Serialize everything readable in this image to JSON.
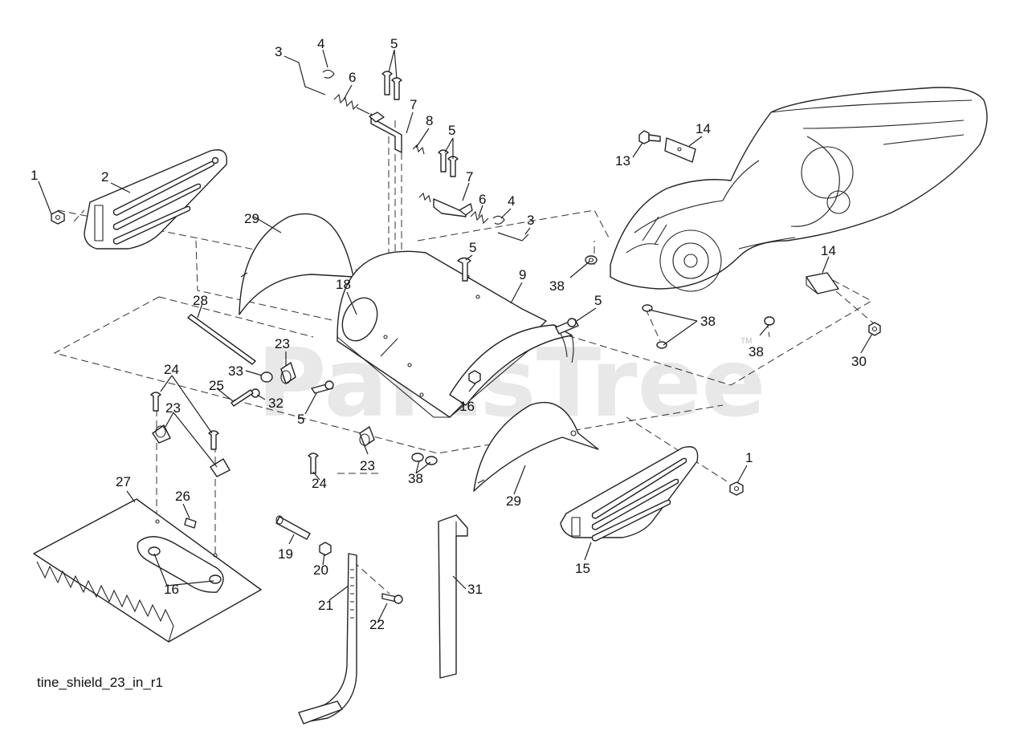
{
  "diagram": {
    "caption": "tine_shield_23_in_r1",
    "watermark": "PartsTree",
    "trademark": "TM",
    "callouts": [
      {
        "id": "c1a",
        "text": "1"
      },
      {
        "id": "c2",
        "text": "2"
      },
      {
        "id": "c3a",
        "text": "3"
      },
      {
        "id": "c4a",
        "text": "4"
      },
      {
        "id": "c5a",
        "text": "5"
      },
      {
        "id": "c6a",
        "text": "6"
      },
      {
        "id": "c7a",
        "text": "7"
      },
      {
        "id": "c8",
        "text": "8"
      },
      {
        "id": "c5b",
        "text": "5"
      },
      {
        "id": "c7b",
        "text": "7"
      },
      {
        "id": "c6b",
        "text": "6"
      },
      {
        "id": "c4b",
        "text": "4"
      },
      {
        "id": "c3b",
        "text": "3"
      },
      {
        "id": "c5c",
        "text": "5"
      },
      {
        "id": "c9",
        "text": "9"
      },
      {
        "id": "c5d",
        "text": "5"
      },
      {
        "id": "c13",
        "text": "13"
      },
      {
        "id": "c14a",
        "text": "14"
      },
      {
        "id": "c14b",
        "text": "14"
      },
      {
        "id": "c38a",
        "text": "38"
      },
      {
        "id": "c38b",
        "text": "38"
      },
      {
        "id": "c38c",
        "text": "38"
      },
      {
        "id": "c30",
        "text": "30"
      },
      {
        "id": "c29a",
        "text": "29"
      },
      {
        "id": "c28",
        "text": "28"
      },
      {
        "id": "c18",
        "text": "18"
      },
      {
        "id": "c23a",
        "text": "23"
      },
      {
        "id": "c24a",
        "text": "24"
      },
      {
        "id": "c23b",
        "text": "23"
      },
      {
        "id": "c33",
        "text": "33"
      },
      {
        "id": "c25",
        "text": "25"
      },
      {
        "id": "c32",
        "text": "32"
      },
      {
        "id": "c5e",
        "text": "5"
      },
      {
        "id": "c16a",
        "text": "16"
      },
      {
        "id": "c24b",
        "text": "24"
      },
      {
        "id": "c23c",
        "text": "23"
      },
      {
        "id": "c38d",
        "text": "38"
      },
      {
        "id": "c29b",
        "text": "29"
      },
      {
        "id": "c1b",
        "text": "1"
      },
      {
        "id": "c15",
        "text": "15"
      },
      {
        "id": "c27",
        "text": "27"
      },
      {
        "id": "c26",
        "text": "26"
      },
      {
        "id": "c16b",
        "text": "16"
      },
      {
        "id": "c19",
        "text": "19"
      },
      {
        "id": "c20",
        "text": "20"
      },
      {
        "id": "c21",
        "text": "21"
      },
      {
        "id": "c22",
        "text": "22"
      },
      {
        "id": "c31",
        "text": "31"
      }
    ]
  }
}
